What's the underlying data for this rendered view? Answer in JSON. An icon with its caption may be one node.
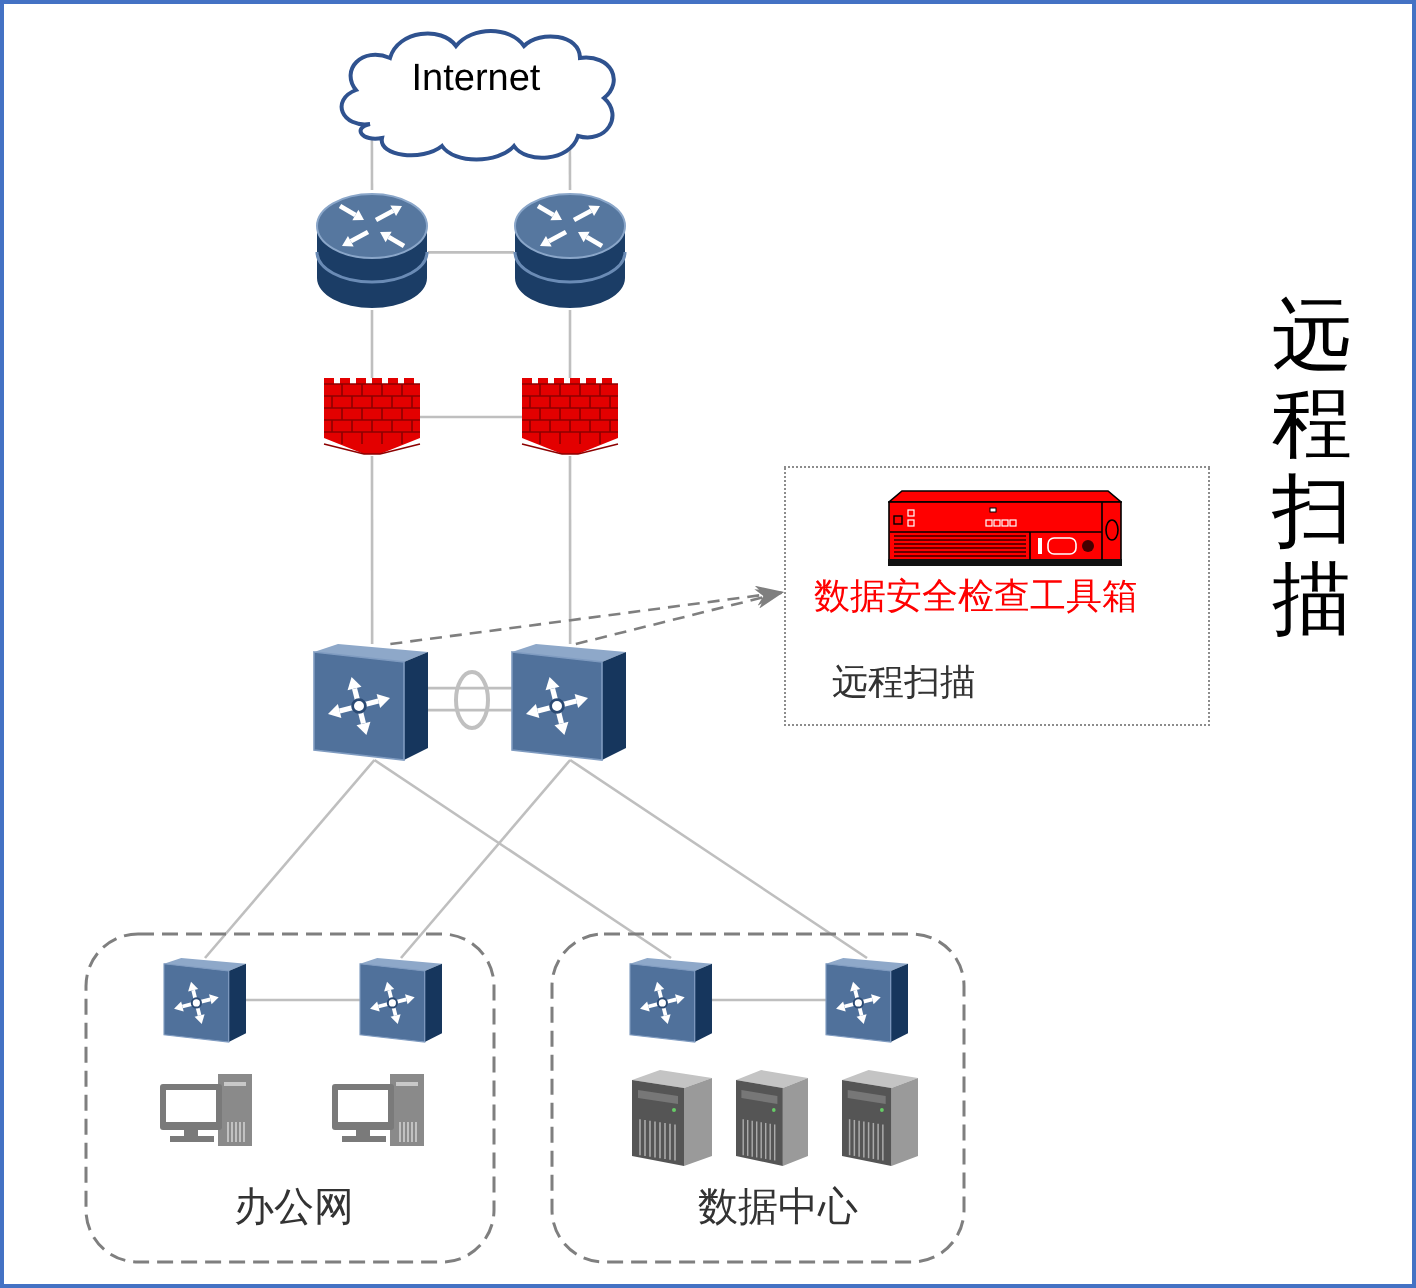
{
  "diagram": {
    "nodes": [
      {
        "text": [
          "Internet"
        ]
      },
      {
        "text": [],
        "shape": "picture"
      },
      {
        "text": [],
        "shape": "picture"
      },
      {
        "text": [],
        "shape": "picture"
      },
      {
        "text": [],
        "shape": "picture"
      },
      {
        "text": [],
        "shape": "picture"
      },
      {
        "text": [],
        "shape": "picture"
      },
      {
        "text": [
          "数据安全检查工具箱",
          "远程扫描"
        ]
      },
      {
        "text": [
          "办公网"
        ]
      },
      {
        "text": [
          "数据中心"
        ]
      },
      {
        "text": [],
        "shape": "picture",
        "in": 8
      },
      {
        "text": [],
        "shape": "picture",
        "in": 8
      },
      {
        "text": [],
        "shape": "picture",
        "in": 9
      },
      {
        "text": [],
        "shape": "picture",
        "in": 9
      }
    ],
    "edges": [
      {
        "from": 0,
        "to": 1,
        "arrow": "none"
      },
      {
        "from": 0,
        "to": 2,
        "arrow": "none"
      },
      {
        "from": 1,
        "to": 2,
        "arrow": "none"
      },
      {
        "from": 1,
        "to": 3,
        "arrow": "none"
      },
      {
        "from": 2,
        "to": 4,
        "arrow": "none"
      },
      {
        "from": 3,
        "to": 4,
        "arrow": "none"
      },
      {
        "from": 3,
        "to": 5,
        "arrow": "none"
      },
      {
        "from": 4,
        "to": 6,
        "arrow": "none"
      },
      {
        "from": 5,
        "to": 6,
        "arrow": "none"
      },
      {
        "from": 5,
        "to": 6,
        "arrow": "none"
      },
      {
        "from": 5,
        "to": 7,
        "arrow": "to",
        "style": "dashed",
        "color": "#7f7f7f"
      },
      {
        "from": 6,
        "to": 7,
        "arrow": "to",
        "style": "dashed",
        "color": "#7f7f7f"
      },
      {
        "from": 5,
        "to": 10,
        "arrow": "none"
      },
      {
        "from": 5,
        "to": 12,
        "arrow": "none"
      },
      {
        "from": 6,
        "to": 11,
        "arrow": "none"
      },
      {
        "from": 6,
        "to": 13,
        "arrow": "none"
      },
      {
        "from": 10,
        "to": 11,
        "arrow": "none"
      },
      {
        "from": 12,
        "to": 13,
        "arrow": "none"
      }
    ],
    "labels": [
      "远程扫描"
    ]
  }
}
